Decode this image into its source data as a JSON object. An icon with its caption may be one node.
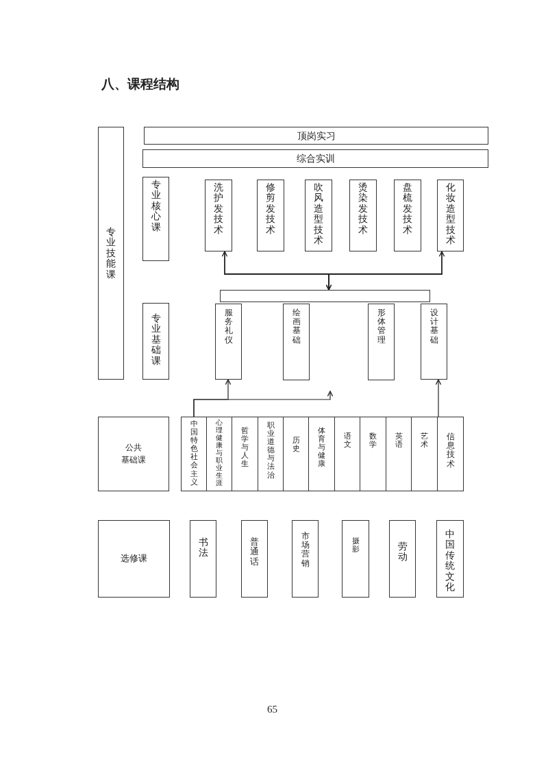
{
  "diagram": {
    "title": "八、课程结构",
    "nodes": [
      {
        "text": [
          "专业技能课"
        ]
      },
      {
        "text": [
          "顶岗实习"
        ]
      },
      {
        "text": [
          "综合实训"
        ]
      },
      {
        "text": [
          "专业核心课"
        ]
      },
      {
        "text": [
          "洗护发技术"
        ]
      },
      {
        "text": [
          "修剪发技术"
        ]
      },
      {
        "text": [
          "吹风造型技术"
        ]
      },
      {
        "text": [
          "烫染发技术"
        ]
      },
      {
        "text": [
          "盘梳发技术"
        ]
      },
      {
        "text": [
          "化妆造型技术"
        ]
      },
      {
        "text": [],
        "shape": "bar"
      },
      {
        "text": [
          "专业基础课"
        ]
      },
      {
        "text": [
          "服务礼仪"
        ]
      },
      {
        "text": [
          "绘画基础"
        ]
      },
      {
        "text": [
          "形体管理"
        ]
      },
      {
        "text": [
          "设计基础"
        ]
      },
      {
        "text": [
          "公共基础课"
        ]
      },
      {
        "text": [
          "中国特色社会主义"
        ]
      },
      {
        "text": [
          "心理健康与职业生涯"
        ]
      },
      {
        "text": [
          "哲学与人生"
        ]
      },
      {
        "text": [
          "职业道德与法治"
        ]
      },
      {
        "text": [
          "历史"
        ]
      },
      {
        "text": [
          "体育与健康"
        ]
      },
      {
        "text": [
          "语文"
        ]
      },
      {
        "text": [
          "数学"
        ]
      },
      {
        "text": [
          "英语"
        ]
      },
      {
        "text": [
          "艺术"
        ]
      },
      {
        "text": [
          "信息技术"
        ]
      },
      {
        "text": [
          "选修课"
        ]
      },
      {
        "text": [
          "书法"
        ]
      },
      {
        "text": [
          "普通话"
        ]
      },
      {
        "text": [
          "市场营销"
        ]
      },
      {
        "text": [
          "摄影"
        ]
      },
      {
        "text": [
          "劳动"
        ]
      },
      {
        "text": [
          "中国传统文化"
        ]
      }
    ],
    "edges": [
      {
        "from": 17,
        "to": 12,
        "arrow": "to"
      },
      {
        "from": 27,
        "to": 15,
        "arrow": "to"
      },
      {
        "from": 17,
        "to": null,
        "arrow": "to"
      },
      {
        "from": 10,
        "to": 4,
        "arrow": "both"
      },
      {
        "from": 10,
        "to": 9,
        "arrow": "both"
      }
    ],
    "labels": [
      "65"
    ]
  }
}
